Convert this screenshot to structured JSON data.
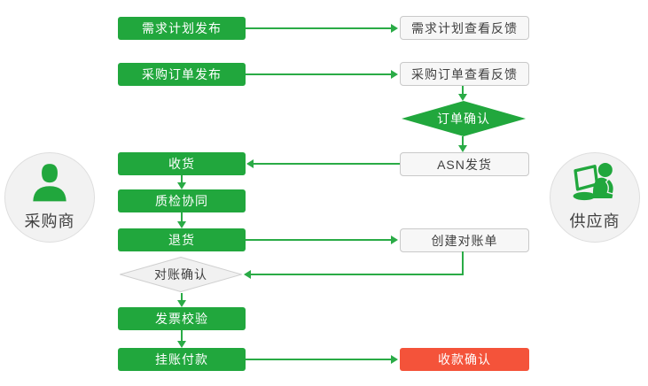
{
  "palette": {
    "node_green": "#21a73d",
    "arrow_green": "#2aab46",
    "node_red": "#f4533a",
    "light_fill": "#f7f7f7",
    "light_border": "#c9c9c9",
    "diamond_gray_fill": "#f1f1f1",
    "diamond_gray_border": "#cfcfcf",
    "text_dark": "#3f3f3f",
    "actor_circle_fill": "#f2f2f2"
  },
  "actors": {
    "buyer": {
      "label": "采购商",
      "icon": "person-icon"
    },
    "supplier": {
      "label": "供应商",
      "icon": "person-laptop-icon"
    }
  },
  "nodes": {
    "demand_publish": {
      "label": "需求计划发布",
      "kind": "process-green"
    },
    "demand_feedback": {
      "label": "需求计划查看反馈",
      "kind": "process-light"
    },
    "po_publish": {
      "label": "采购订单发布",
      "kind": "process-green"
    },
    "po_feedback": {
      "label": "采购订单查看反馈",
      "kind": "process-light"
    },
    "order_confirm": {
      "label": "订单确认",
      "kind": "decision-green"
    },
    "asn_ship": {
      "label": "ASN发货",
      "kind": "process-light"
    },
    "receive": {
      "label": "收货",
      "kind": "process-green"
    },
    "quality": {
      "label": "质检协同",
      "kind": "process-green"
    },
    "returns": {
      "label": "退货",
      "kind": "process-green"
    },
    "create_statement": {
      "label": "创建对账单",
      "kind": "process-light"
    },
    "statement_confirm": {
      "label": "对账确认",
      "kind": "decision-light"
    },
    "invoice_verify": {
      "label": "发票校验",
      "kind": "process-green"
    },
    "payment": {
      "label": "挂账付款",
      "kind": "process-green"
    },
    "receipt_confirm": {
      "label": "收款确认",
      "kind": "process-red"
    }
  },
  "edges": [
    {
      "from": "demand_publish",
      "to": "demand_feedback"
    },
    {
      "from": "po_publish",
      "to": "po_feedback"
    },
    {
      "from": "po_feedback",
      "to": "order_confirm"
    },
    {
      "from": "order_confirm",
      "to": "asn_ship"
    },
    {
      "from": "asn_ship",
      "to": "receive"
    },
    {
      "from": "receive",
      "to": "quality"
    },
    {
      "from": "quality",
      "to": "returns"
    },
    {
      "from": "returns",
      "to": "create_statement"
    },
    {
      "from": "create_statement",
      "to": "statement_confirm"
    },
    {
      "from": "statement_confirm",
      "to": "invoice_verify"
    },
    {
      "from": "invoice_verify",
      "to": "payment"
    },
    {
      "from": "payment",
      "to": "receipt_confirm"
    }
  ]
}
